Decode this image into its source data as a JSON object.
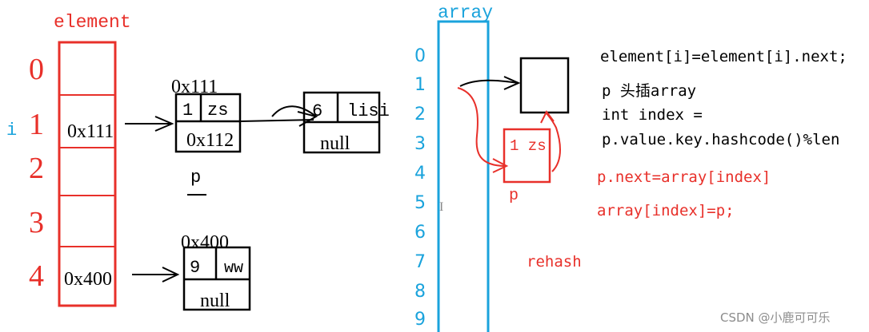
{
  "colors": {
    "red": "#e8302a",
    "blue": "#1aa3dc",
    "black": "#000000",
    "watermark": "#8c8c8c"
  },
  "element_table": {
    "title": "element",
    "indices": [
      "0",
      "1",
      "2",
      "3",
      "4"
    ],
    "cells": [
      "",
      "0x111",
      "",
      "",
      "0x400"
    ],
    "pointer_label": "i"
  },
  "node_zs": {
    "address": "0x111",
    "hash": "1",
    "key": "zs",
    "next": "0x112"
  },
  "node_lisi": {
    "hash": "6",
    "key": "lisi",
    "next": "null"
  },
  "pointer_p": "p",
  "node_ww": {
    "address": "0x400",
    "hash": "9",
    "key": "ww",
    "next": "null"
  },
  "array_table": {
    "title": "array",
    "indices": [
      "0",
      "1",
      "2",
      "3",
      "4",
      "5",
      "6",
      "7",
      "8",
      "9"
    ],
    "cursor_glyph": "I"
  },
  "moved_node": {
    "label": "1 zs",
    "pointer": "p"
  },
  "notes": {
    "line1": "element[i]=element[i].next;",
    "line2": "p 头插array",
    "line3": "int index =",
    "line4": "p.value.key.hashcode()%len",
    "line5": "p.next=array[index]",
    "line6": "array[index]=p;",
    "rehash": "rehash"
  },
  "watermark": "CSDN @小鹿可可乐"
}
